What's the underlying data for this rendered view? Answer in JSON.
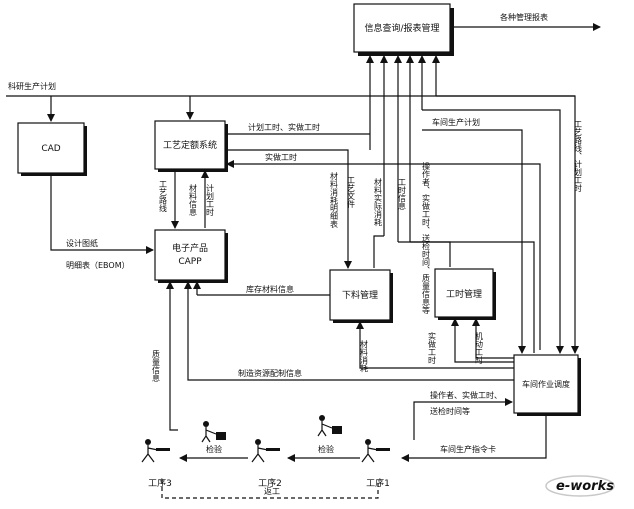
{
  "nodes": {
    "query": "信息查询/报表管理",
    "cad": "CAD",
    "craft": "工艺定额系统",
    "capp_1": "电子产品",
    "capp_2": "CAPP",
    "material": "下料管理",
    "hours": "工时管理",
    "dispatch": "车间作业调度"
  },
  "labels": {
    "reports": "各种管理报表",
    "plan_in": "科研生产计划",
    "plan_actual": "计划工时、实做工时",
    "actual_hours": "实做工时",
    "shop_plan": "车间生产计划",
    "route_plan": "工艺路线、计划工时",
    "route": "工艺路线",
    "mat_info": "材料信息",
    "plan_time": "计划工时",
    "craft_doc": "工艺文件",
    "mat_consume_detail": "材料消耗明细表",
    "mat_actual": "材料实际消耗",
    "work_hours": "工时信息",
    "operator_block": "操作者、实做工时、送检时间、质量信息等",
    "design_1": "设计图纸",
    "design_2": "明细表（EBOM）",
    "stock": "库存材料信息",
    "quality": "质量信息",
    "resource": "制造资源配制信息",
    "mat_use": "材料消耗",
    "actual_h": "实做工时",
    "mobile_h": "机动工时",
    "op_feedback_1": "操作者、实做工时、",
    "op_feedback_2": "送检时间等",
    "order": "车间生产指令卡",
    "inspect_a": "检验",
    "inspect_b": "检验",
    "proc1": "工序1",
    "proc2": "工序2",
    "proc3": "工序3",
    "rework": "返工",
    "logo": "e-works"
  }
}
